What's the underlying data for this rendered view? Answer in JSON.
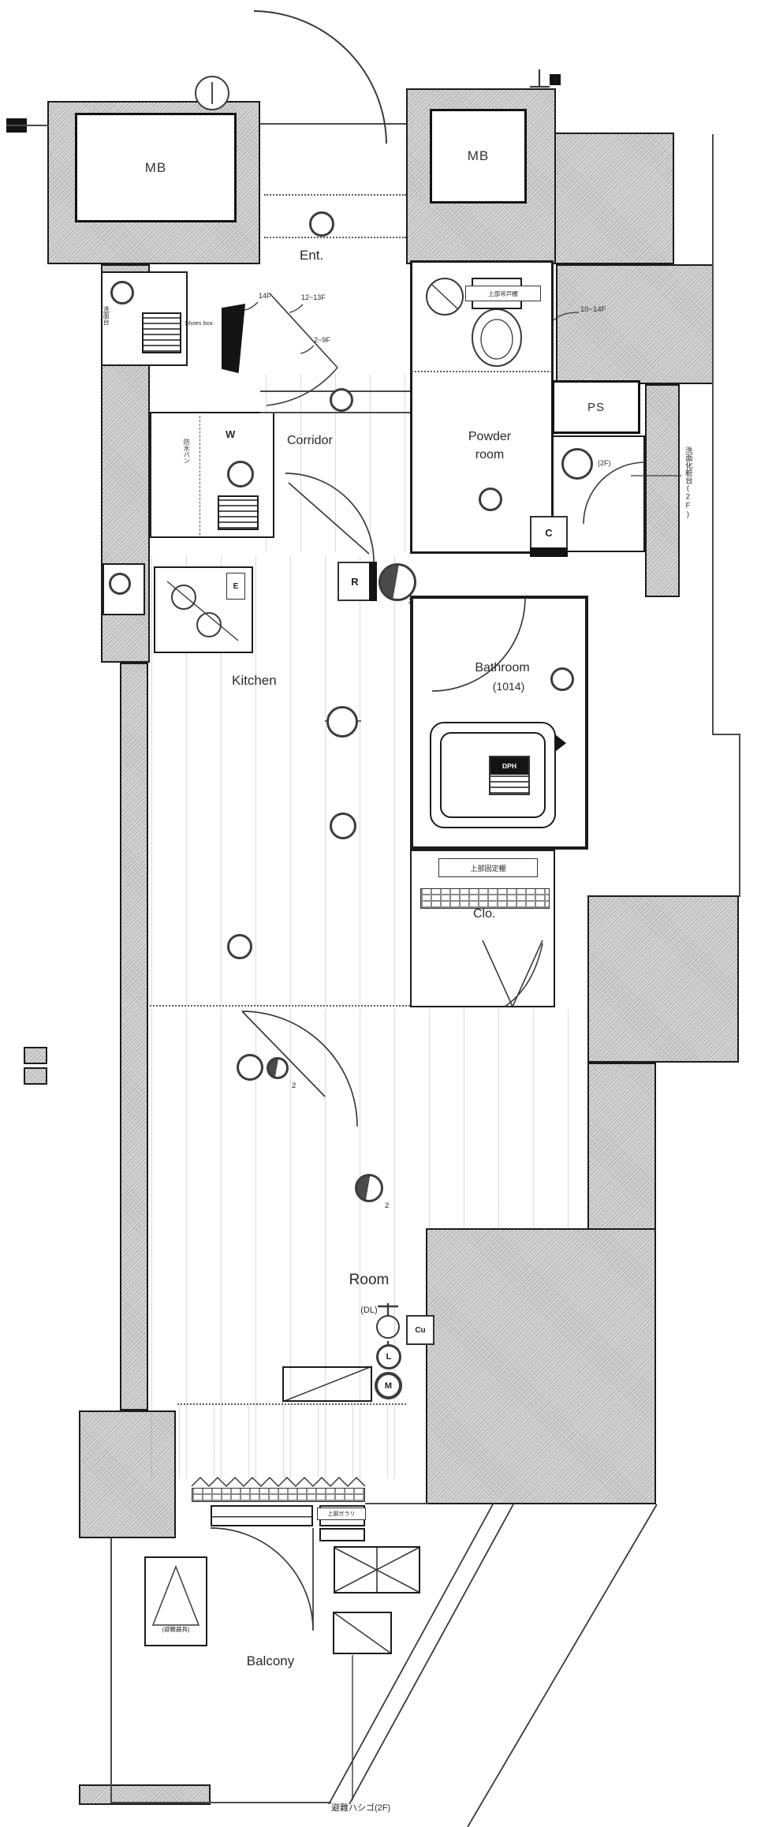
{
  "labels": {
    "mb_left": "MB",
    "mb_right": "MB",
    "ent": "Ent.",
    "corridor": "Corridor",
    "powder_line1": "Powder",
    "powder_line2": "room",
    "ps": "PS",
    "kitchen": "Kitchen",
    "bathroom_line1": "Bathroom",
    "bathroom_line2": "(1014)",
    "closet": "Clo.",
    "room": "Room",
    "room_downlight": "(DL)",
    "balcony": "Balcony"
  },
  "fixtures": {
    "washing_machine": "W",
    "refrigerator": "R",
    "c_box": "C",
    "stove_tag": "E",
    "bath_panel": "DPH",
    "cu_box": "Cu",
    "light_l": "L",
    "light_m": "M",
    "shoes_box": "Shoes box",
    "basin_vertical": "洗面台",
    "laundry_pan_vertical": "防水パン",
    "washbasin_floor": "(2F)",
    "count_a": "2",
    "count_b": "2",
    "count_c": "2"
  },
  "annotations": {
    "door_14f": "14F",
    "door_12_13f": "12~13F",
    "door_2_9f": "2~9F",
    "cabinet_floors": "10~14F",
    "toilet_upper_cabinet": "上部吊戸棚",
    "closet_upper_shelf": "上部固定棚",
    "window_upper_note": "上部ガラリ",
    "washbasin_note_vertical": "洗面化粧台(2F)",
    "balcony_hatch_note": "(避難器具)",
    "escape_ladder_note": "避難ハシゴ(2F)"
  }
}
